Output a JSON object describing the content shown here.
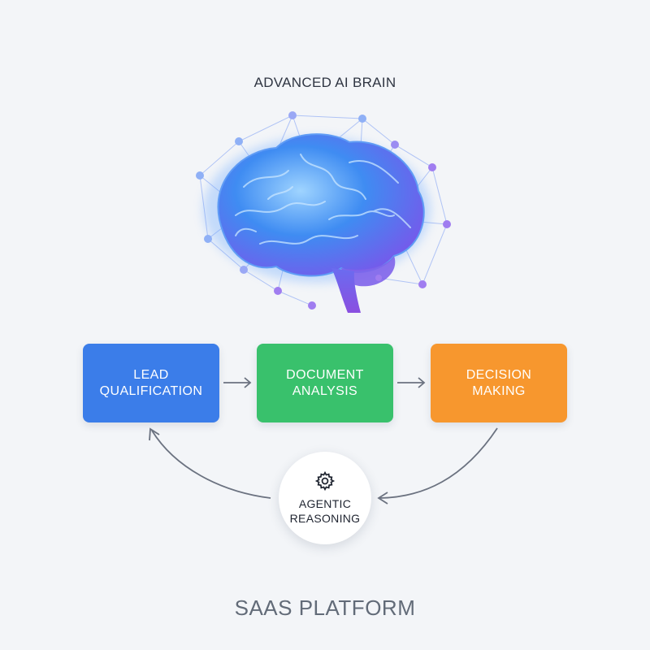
{
  "title": "ADVANCED AI BRAIN",
  "stages": [
    {
      "line1": "LEAD",
      "line2": "QUALIFICATION",
      "color": "#3b7de9"
    },
    {
      "line1": "DOCUMENT",
      "line2": "ANALYSIS",
      "color": "#39c16c"
    },
    {
      "line1": "DECISION",
      "line2": "MAKING",
      "color": "#f7972e"
    }
  ],
  "center": {
    "line1": "AGENTIC",
    "line2": "REASONING",
    "icon": "gear-icon"
  },
  "footer": "SAAS PLATFORM",
  "colors": {
    "background": "#f3f5f8",
    "brain_blue": "#3f8cf2",
    "brain_purple": "#8a5cf0",
    "connector": "#6b7280"
  }
}
